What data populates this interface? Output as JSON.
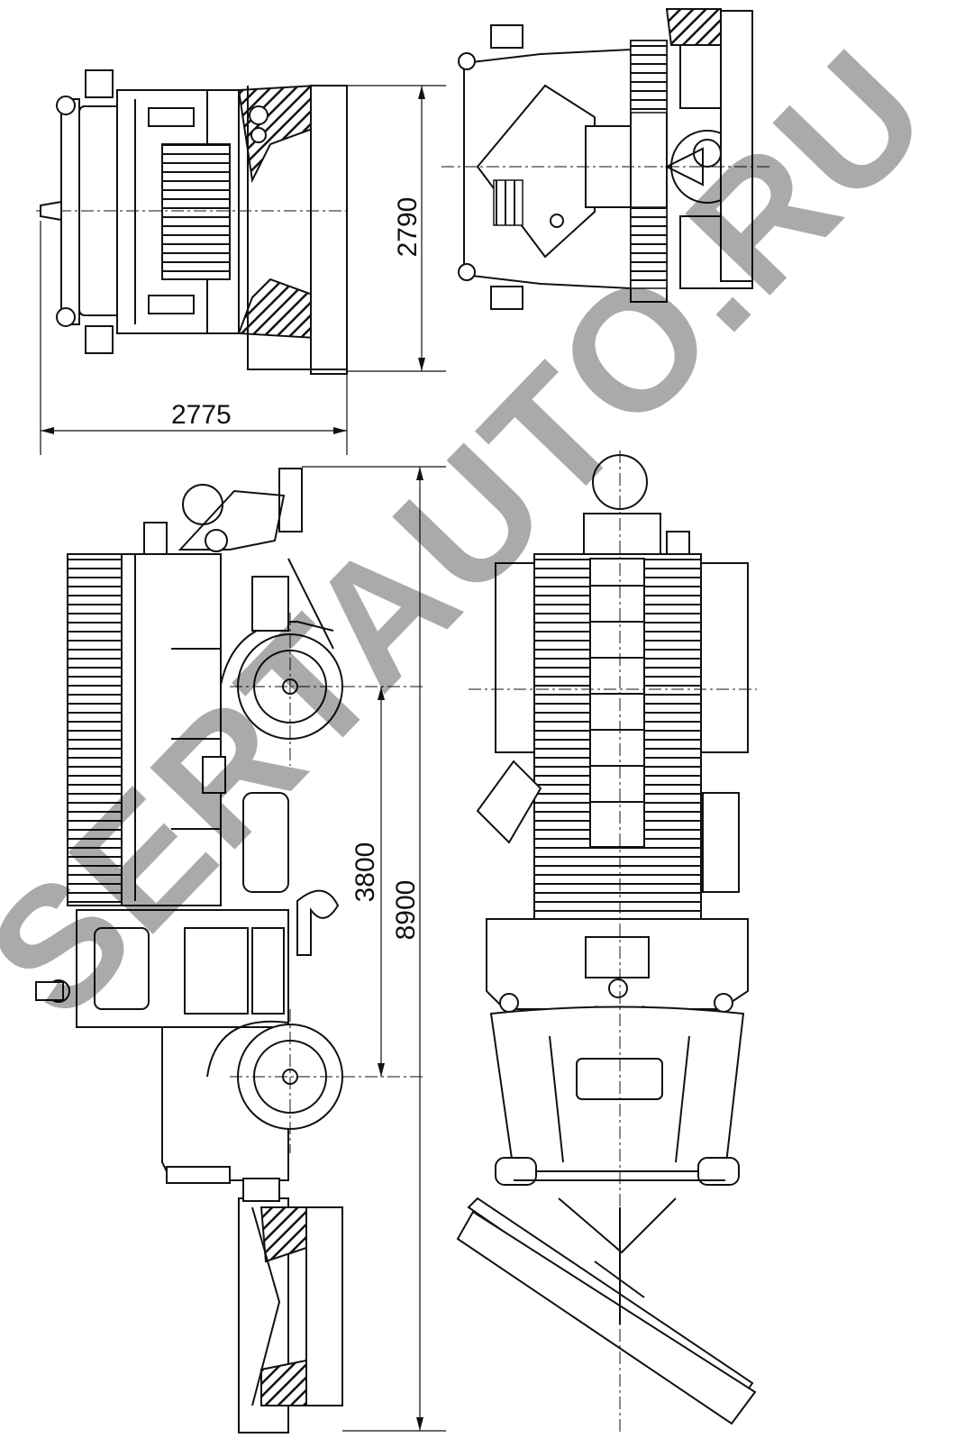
{
  "drawing": {
    "dimensions": {
      "front_width": "2775",
      "top_height": "2790",
      "wheelbase": "3800",
      "overall_length": "8900"
    },
    "watermark": "SERTAUTO.RU"
  }
}
